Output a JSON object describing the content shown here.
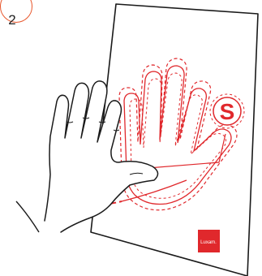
{
  "step": {
    "number": "2"
  },
  "size_marker": {
    "letter": "S"
  },
  "brand_logo": {
    "text": "Luxam."
  },
  "colors": {
    "accent": "#e0282c",
    "badge_border": "#e8552a",
    "outline": "#1a1a1a"
  }
}
